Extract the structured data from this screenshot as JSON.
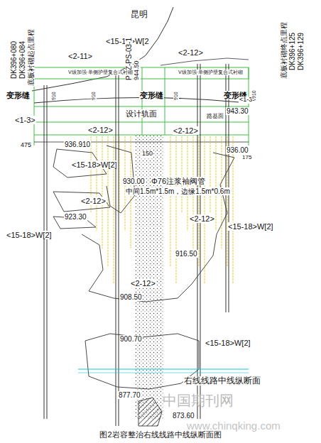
{
  "diagram": {
    "caption": "图2岩容整治右线线路中线纵断面图",
    "labels": [
      "DK396+080",
      "DK396+084",
      "底板衬砌起点里程",
      "昆明",
      "<15-18>W[2",
      "<2-11>",
      "<2-12>",
      "PDZ-PS-03-1",
      "944.50",
      "DK396+125",
      "DK396+129",
      "底板衬砌终点里程",
      "V级加强·单侧护壁复合式衬砌",
      "V级加强·单侧护壁复合式衬砌",
      "变形缝",
      "变形缝",
      "变形缝",
      "设计轨面",
      "路基面",
      "943.30",
      "<1-3>",
      "<1-3>",
      "475",
      "936.910",
      "150",
      "<2-12>",
      "<2-12>",
      "936.00",
      "175",
      "<15-18>W[2]",
      "930.00",
      "Φ76注浆袖阀管",
      "中间1.5m*1.5m，边缘1.5m*0.6m",
      "<2-12>",
      "923.30",
      "<2-12>",
      "<15-18>W[2]",
      "<15-18>W[2]",
      "916.50",
      "<2-12>",
      "908.50",
      "900.70",
      "<15-18>W[2]",
      "右线线路中线纵断面",
      "877.70",
      "873.60",
      "中国期刊网",
      "www.chinqking.com",
      "910",
      "910",
      "910",
      "910"
    ]
  }
}
